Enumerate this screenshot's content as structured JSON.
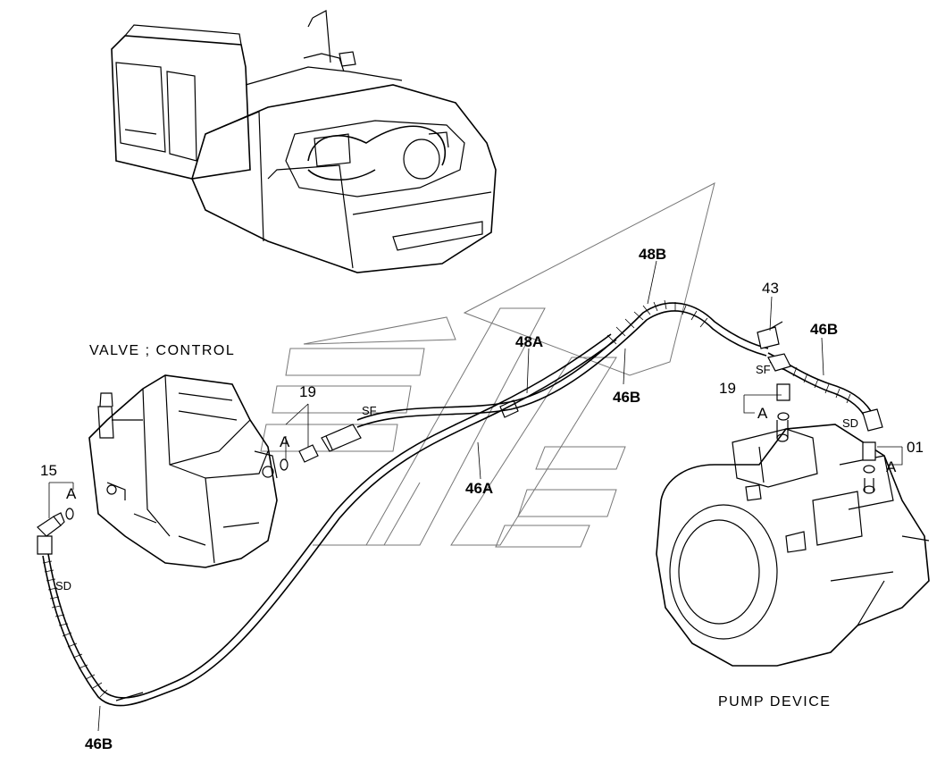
{
  "titles": {
    "valve": "VALVE ; CONTROL",
    "pump": "PUMP DEVICE"
  },
  "labels": {
    "p48B": "48B",
    "p48A": "48A",
    "p46B_mid": "46B",
    "p46A": "46A",
    "p46B_right": "46B",
    "p46B_bottom": "46B",
    "p43": "43",
    "p19_left": "19",
    "p19_right": "19",
    "p15": "15",
    "p01": "01",
    "a_left_15": "A",
    "a_left_19": "A",
    "a_right_19": "A",
    "a_right_01": "A",
    "sf_left": "SF",
    "sf_right": "SF",
    "sd_left": "SD",
    "sd_right": "SD"
  }
}
